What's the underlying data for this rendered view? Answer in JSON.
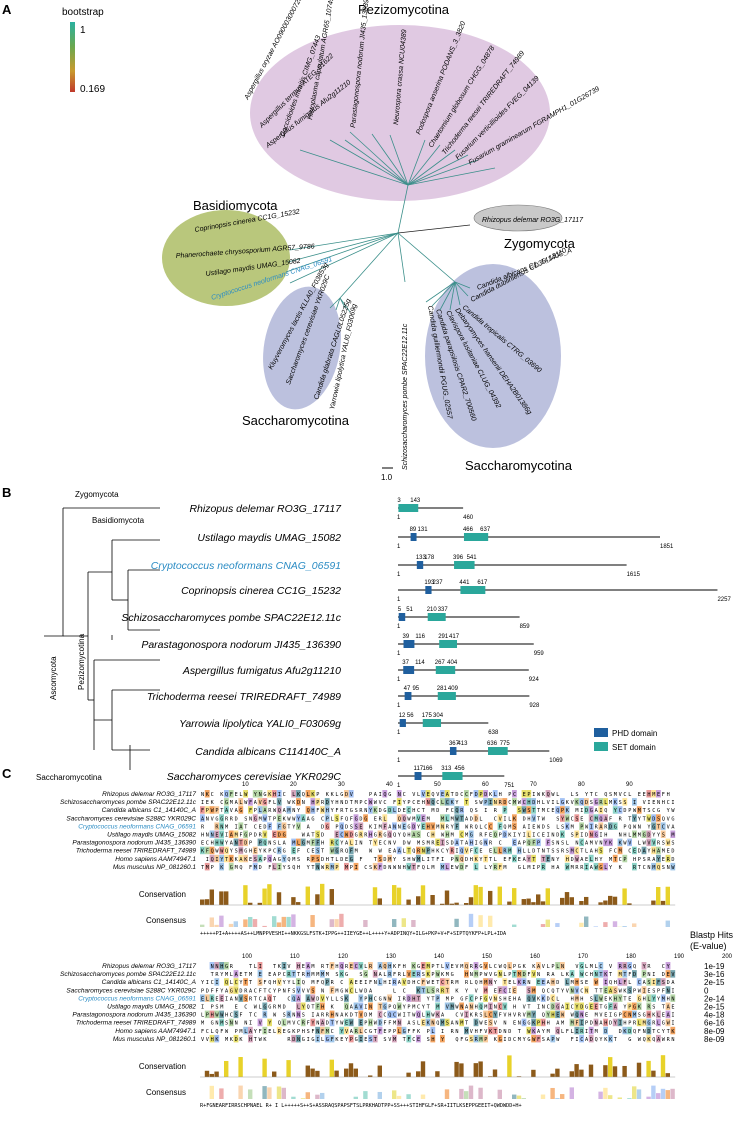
{
  "panelA": {
    "letter": "A",
    "legend": {
      "title": "bootstrap",
      "max": "1",
      "min": "0.169"
    },
    "clades": {
      "pezizo": "Pezizomycotina",
      "basidio": "Basidiomycota",
      "zygo": "Zygomycota",
      "sacch_left": "Saccharomycotina",
      "sacch_right": "Saccharomycotina"
    },
    "leaves_pezizo": [
      "Aspergillus fumigatus Afu2g11210",
      "Aspergillus terreus ATEG_01622",
      "Aspergillus oryzae AO090003000720",
      "Coccidioides immitis CIMG_07443",
      "Histoplasma capsulatum AGR65_10749",
      "Parastagonospora nodorum JI435_136390",
      "Neurospora crassa NCU04389",
      "Podospora anserina PODANS_3_3820",
      "Chaetomium globosum CHGG_04878",
      "Trichoderma reesei TRIREDRAFT_74989",
      "Fusarium verticillioides FVEG_04139",
      "Fusarium graminearum FGRAMPH1_01G26739"
    ],
    "leaves_basidio": [
      "Coprinopsis cinerea CC1G_15232",
      "Phanerochaete chrysosporium AGR57_9786",
      "Ustilago maydis UMAG_15082",
      "Cryptococcus neoformans CNAG_06591"
    ],
    "leaf_zygo": "Rhizopus delemar RO3G_17117",
    "leaves_sacch_left": [
      "Kluyveromyces lactis KLLA0_F03853g",
      "Saccharomyces cerevisiae YKR029C",
      "Candida glabrata CAGL0L05225g",
      "Yarrowia lipolytica YALI0_F03069g"
    ],
    "leaf_pombe": "Schizosaccharomyces pombe SPAC22E12.11c",
    "leaves_sacch_right": [
      "Candida albicans C1_14140C_A",
      "Candida dubliniensis CD36_13110",
      "Candida tropicalis CTRG_03690",
      "Debaryomyces hansenii DEHA2B01386g",
      "Clavispora lusitaniae CLUG_04392",
      "Candida parapsilosis CPAR2_700560",
      "Candida guilliermondii PGUG_02557"
    ],
    "scale": "1.0"
  },
  "panelB": {
    "letter": "B",
    "clade_labels": {
      "zygo": "Zygomycota",
      "basidio": "Basidiomycota",
      "pezizo": "Pezizomycotina",
      "asco": "Ascomycota",
      "sacch": "Saccharomycotina"
    },
    "legend": {
      "phd": "PHD domain",
      "set": "SET domain"
    },
    "colors": {
      "phd": "#1f5f9e",
      "set": "#2aa79b",
      "highlight": "#2b8cc4"
    },
    "proteins": [
      {
        "name": "Rhizopus delemar RO3G_17117",
        "length": 460,
        "len_label": "460",
        "phd": null,
        "phd_labels": [],
        "set": [
          3,
          143
        ],
        "set_labels": [
          "3",
          "143"
        ],
        "start": "1",
        "highlight": false
      },
      {
        "name": "Ustilago maydis UMAG_15082",
        "length": 1851,
        "len_label": "1851",
        "phd": [
          89,
          131
        ],
        "phd_labels": [
          "89",
          "131"
        ],
        "set": [
          466,
          637
        ],
        "set_labels": [
          "466",
          "637"
        ],
        "start": "1",
        "highlight": false
      },
      {
        "name": "Cryptococcus neoformans CNAG_06591",
        "length": 1615,
        "len_label": "1615",
        "phd": [
          133,
          178
        ],
        "phd_labels": [
          "133",
          "178"
        ],
        "set": [
          396,
          541
        ],
        "set_labels": [
          "396",
          "541"
        ],
        "start": "1",
        "highlight": true
      },
      {
        "name": "Coprinopsis cinerea CC1G_15232",
        "length": 2257,
        "len_label": "2257",
        "phd": [
          193,
          237
        ],
        "phd_labels": [
          "193",
          "237"
        ],
        "set": [
          441,
          617
        ],
        "set_labels": [
          "441",
          "617"
        ],
        "start": "1",
        "highlight": false
      },
      {
        "name": "Schizosaccharomyces pombe SPAC22E12.11c",
        "length": 859,
        "len_label": "859",
        "phd": [
          5,
          51
        ],
        "phd_labels": [
          "5",
          "51"
        ],
        "set": [
          210,
          337
        ],
        "set_labels": [
          "210",
          "337"
        ],
        "start": "1",
        "highlight": false
      },
      {
        "name": "Parastagonospora nodorum JI435_136390",
        "length": 959,
        "len_label": "959",
        "phd": [
          39,
          116
        ],
        "phd_labels": [
          "39",
          "116"
        ],
        "set": [
          291,
          417
        ],
        "set_labels": [
          "291",
          "417"
        ],
        "start": "1",
        "highlight": false
      },
      {
        "name": "Aspergillus fumigatus Afu2g11210",
        "length": 924,
        "len_label": "924",
        "phd": [
          37,
          114
        ],
        "phd_labels": [
          "37",
          "114"
        ],
        "set": [
          267,
          404
        ],
        "set_labels": [
          "267",
          "404"
        ],
        "start": "1",
        "highlight": false
      },
      {
        "name": "Trichoderma reesei TRIREDRAFT_74989",
        "length": 928,
        "len_label": "928",
        "phd": [
          47,
          95
        ],
        "phd_labels": [
          "47",
          "95"
        ],
        "set": [
          281,
          409
        ],
        "set_labels": [
          "281",
          "409"
        ],
        "start": "1",
        "highlight": false
      },
      {
        "name": "Yarrowia lipolytica YALI0_F03069g",
        "length": 638,
        "len_label": "638",
        "phd": [
          12,
          56
        ],
        "phd_labels": [
          "12",
          "56"
        ],
        "set": [
          175,
          304
        ],
        "set_labels": [
          "175",
          "304"
        ],
        "start": "1",
        "highlight": false
      },
      {
        "name": "Candida albicans C114140C_A",
        "length": 1069,
        "len_label": "1069",
        "phd": [
          367,
          413
        ],
        "phd_labels": [
          "367",
          "413"
        ],
        "set": [
          636,
          775
        ],
        "set_labels": [
          "636",
          "775"
        ],
        "start": "1",
        "highlight": false
      },
      {
        "name": "Saccharomyces cerevisiae YKR029C",
        "length": 751,
        "len_label": "751",
        "phd": [
          117,
          166
        ],
        "phd_labels": [
          "117",
          "166"
        ],
        "set": [
          313,
          456
        ],
        "set_labels": [
          "313",
          "456"
        ],
        "start": "1",
        "highlight": false
      }
    ]
  },
  "panelC": {
    "letter": "C",
    "sequences": [
      "Rhizopus delemar RO3G_17117",
      "Schizosaccharomyces pombe SPAC22E12.11c",
      "Candida albicans C1_14140C_A",
      "Saccharomyces cerevisiae S288C YKR029C",
      "Cryptococcus neoformans CNAG_06591",
      "Ustilago maydis UMAG_15082",
      "Parastagonospora nodorum JI435_136390",
      "Trichoderma reesei TRIREDRAFT_74989",
      "Homo sapiens AAM74947.1",
      "Mus musculus NP_081260.1"
    ],
    "highlight_index": 4,
    "block1_ruler": [
      "10",
      "20",
      "30",
      "40",
      "50",
      "60",
      "70",
      "80",
      "90"
    ],
    "block2_ruler": [
      "100",
      "110",
      "120",
      "130",
      "140",
      "150",
      "160",
      "170",
      "180",
      "190",
      "200"
    ],
    "conservation_label": "Conservation",
    "consensus_label": "Consensus",
    "consensus1_string": "+++++PI+A++++AS++LMNPPVESHI++NKKGSLFSTK+IPPG++IIEYGE++L++++Y+ADPINQY+ILG+PKP+V+F+SIPTQYKFP+LPL+IDA",
    "consensus2_string": "R+FGNEARFIRRSCHPNAEL R+ I L+++++S++S+ASSRAQSPAPSFTSLPRKHADTPP+SS+++STIHFGLF+SR+IITLKSEPPGEEIT+QWDWDD+H+",
    "blastp_title": "Blastp Hits",
    "blastp_subtitle": "(E-value)",
    "evalues": [
      "1e-19",
      "3e-16",
      "2e-15",
      "0",
      "2e-14",
      "2e-15",
      "4e-18",
      "6e-16",
      "8e-09",
      "8e-09"
    ]
  }
}
